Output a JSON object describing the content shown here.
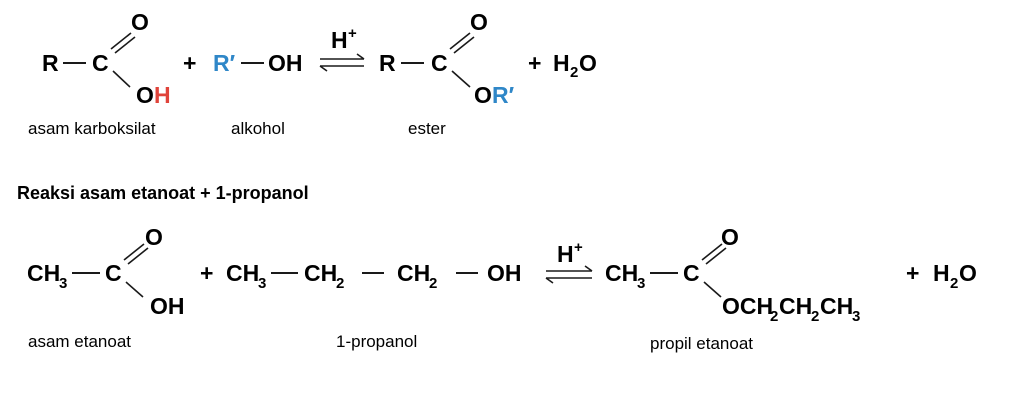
{
  "colors": {
    "ink": "#1a1a1a",
    "red": "#e0433a",
    "blue": "#2f87c8"
  },
  "general": {
    "acid": {
      "r": "R",
      "c": "C",
      "o_double": "O",
      "o_single": "O",
      "h": "H"
    },
    "plus1": "+",
    "alcohol": {
      "r_prime": "R′",
      "oh": "OH"
    },
    "catalyst": "H+",
    "ester": {
      "r": "R",
      "c": "C",
      "o_double": "O",
      "o_single": "O",
      "r_prime": "R′"
    },
    "plus2": "+",
    "water": "H2O",
    "labels": {
      "acid": "asam karboksilat",
      "alcohol": "alkohol",
      "ester": "ester"
    }
  },
  "example": {
    "title": "Reaksi asam etanoat + 1-propanol",
    "acid": {
      "ch3": "CH3",
      "c": "C",
      "o_double": "O",
      "oh": "OH"
    },
    "plus1": "+",
    "alcohol": {
      "ch3": "CH3",
      "ch2_a": "CH2",
      "ch2_b": "CH2",
      "oh": "OH"
    },
    "catalyst": "H+",
    "ester": {
      "ch3": "CH3",
      "c": "C",
      "o_double": "O",
      "chain": "OCH2CH2CH3"
    },
    "plus2": "+",
    "water": "H2O",
    "labels": {
      "acid": "asam etanoat",
      "alcohol": "1-propanol",
      "ester": "propil etanoat"
    }
  }
}
